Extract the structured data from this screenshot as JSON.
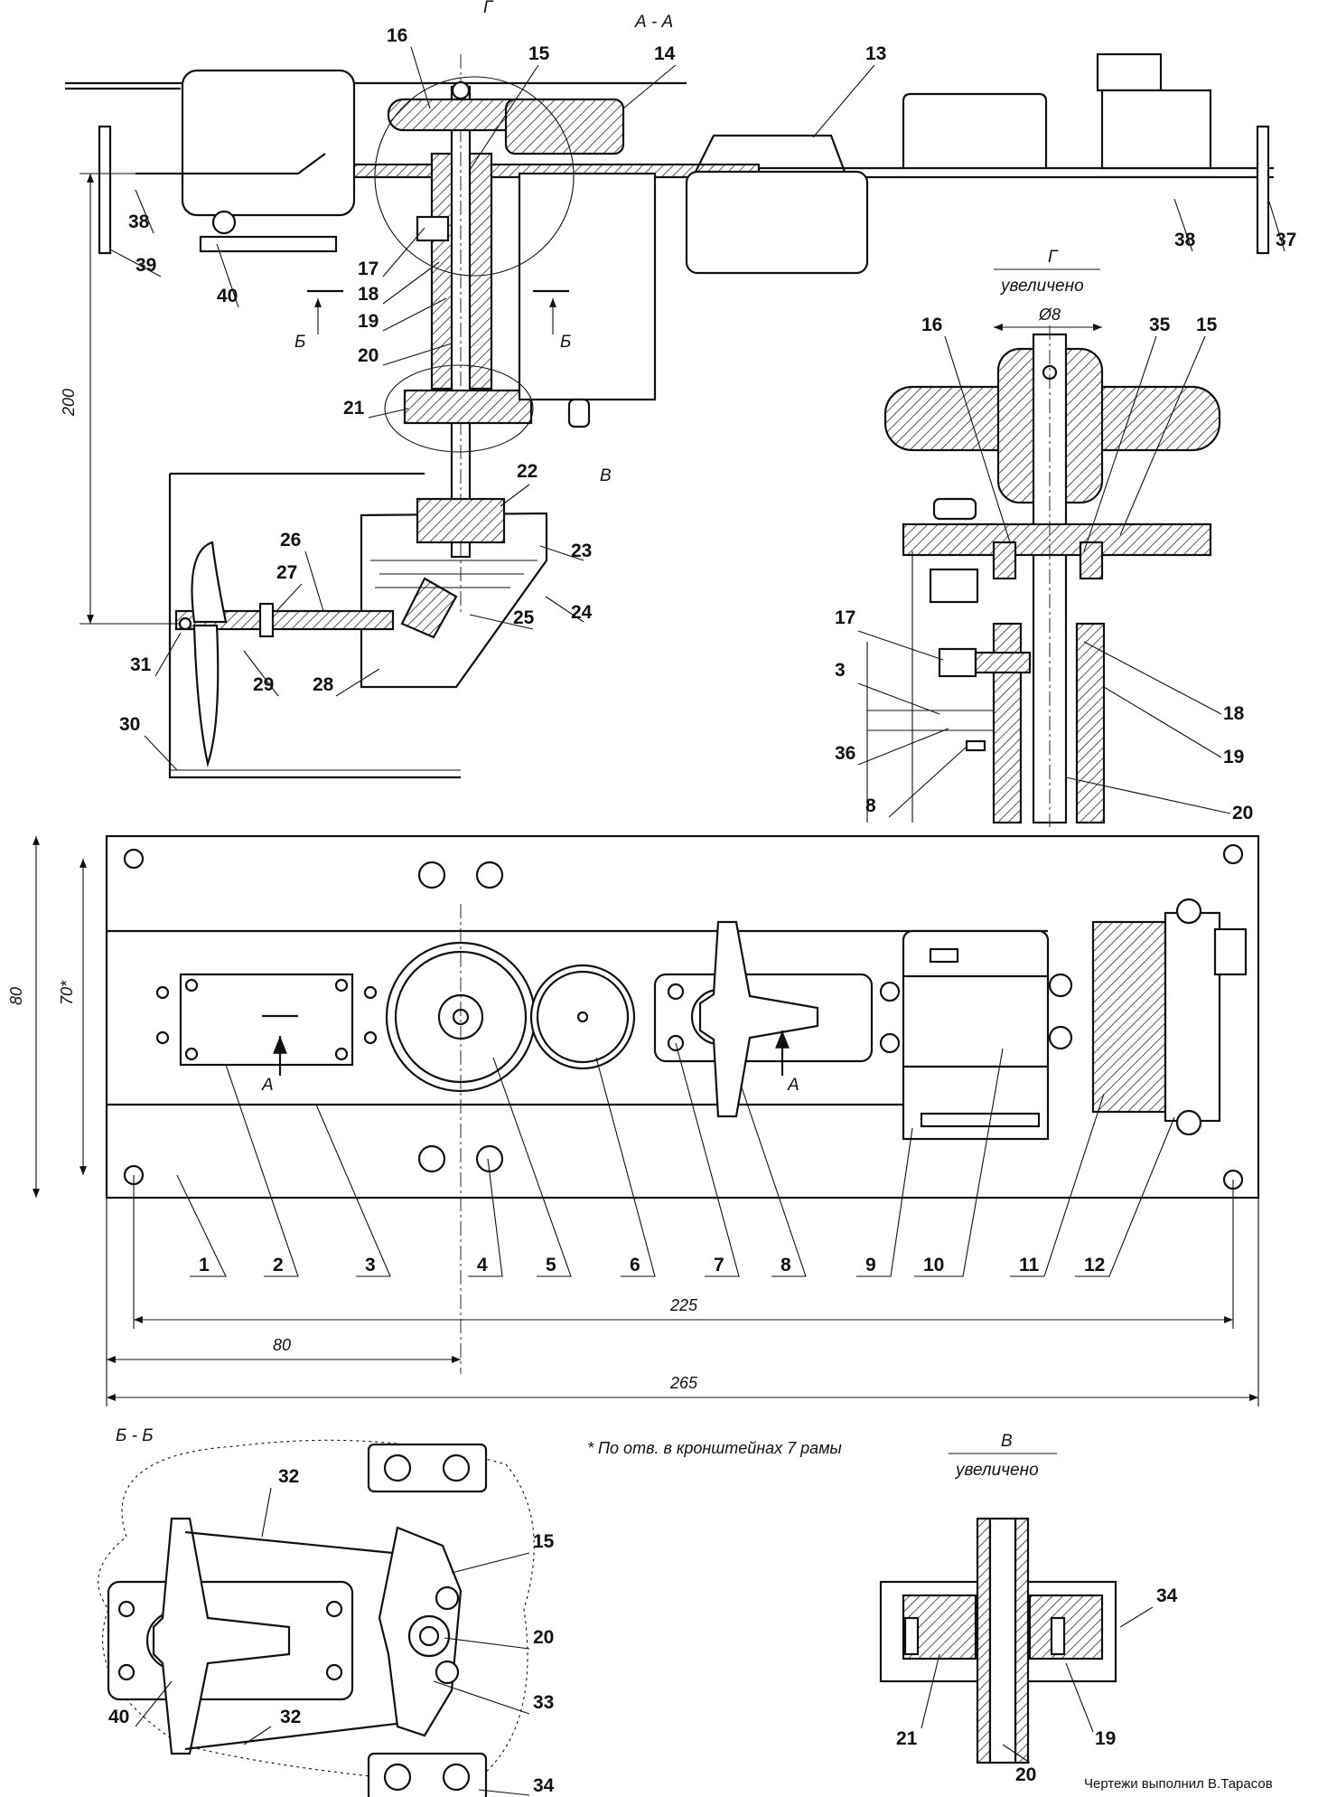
{
  "section_titles": {
    "aa": "А - А",
    "g_letter": "Г",
    "g_scale": "увеличено",
    "bb": "Б - Б",
    "v_letter": "В",
    "v_scale": "увеличено"
  },
  "callouts_top": [
    "16",
    "15",
    "14",
    "13",
    "38",
    "39",
    "17",
    "18",
    "19",
    "20",
    "21",
    "22",
    "23",
    "24",
    "25",
    "26",
    "27",
    "28",
    "29",
    "30",
    "31",
    "40",
    "37",
    "38"
  ],
  "section_marks": {
    "g": "Г",
    "b": "Б",
    "v": "В",
    "a": "А"
  },
  "detail_g": {
    "diameter": "Ø8",
    "labels": [
      "16",
      "35",
      "15",
      "17",
      "3",
      "36",
      "8",
      "18",
      "19",
      "20"
    ]
  },
  "plan_callouts": [
    "1",
    "2",
    "3",
    "4",
    "5",
    "6",
    "7",
    "8",
    "9",
    "10",
    "11",
    "12"
  ],
  "dimensions": {
    "height_200": "200",
    "width_80": "80",
    "height_70": "70*",
    "span_225": "225",
    "offset_80": "80",
    "overall_265": "265"
  },
  "bb_callouts": [
    "32",
    "15",
    "20",
    "33",
    "40",
    "32",
    "34"
  ],
  "v_callouts": [
    "34",
    "21",
    "20",
    "19"
  ],
  "footnote": "* По отв. в кронштейнах 7 рамы",
  "credit": "Чертежи выполнил В.Тарасов"
}
